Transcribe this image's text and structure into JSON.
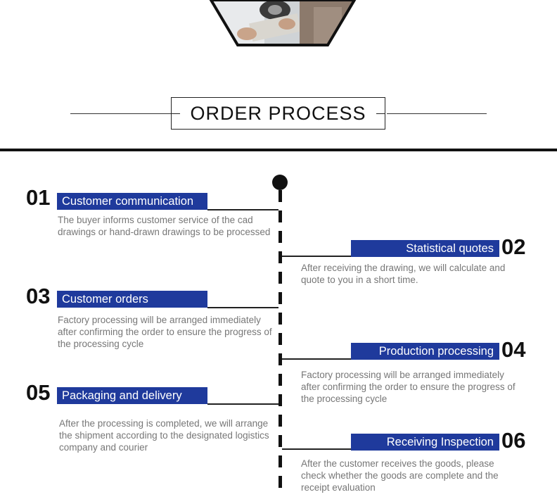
{
  "photo": {
    "icon": "factory-worker-photo"
  },
  "section": {
    "title": "ORDER PROCESS"
  },
  "steps": [
    {
      "number": "01",
      "label": "Customer communication",
      "description": "The buyer informs customer service of the cad drawings or hand-drawn drawings to be processed"
    },
    {
      "number": "02",
      "label": "Statistical quotes",
      "description": "After receiving the drawing, we will calculate and quote to you in a short time."
    },
    {
      "number": "03",
      "label": "Customer orders",
      "description": "Factory processing will be arranged immediately after confirming the order to ensure the progress of the processing cycle"
    },
    {
      "number": "04",
      "label": "Production processing",
      "description": "Factory processing will be arranged immediately after confirming the order to ensure the progress of the processing cycle"
    },
    {
      "number": "05",
      "label": "Packaging and delivery",
      "description": "After the processing is completed, we will arrange the shipment according to the designated logistics company and courier"
    },
    {
      "number": "06",
      "label": "Receiving Inspection",
      "description": "After the customer receives the goods, please check whether the goods are complete and the receipt evaluation"
    }
  ],
  "colors": {
    "label_bg": "#1f3a9c",
    "label_text": "#ffffff",
    "desc_text": "#777777",
    "ink": "#111111"
  }
}
